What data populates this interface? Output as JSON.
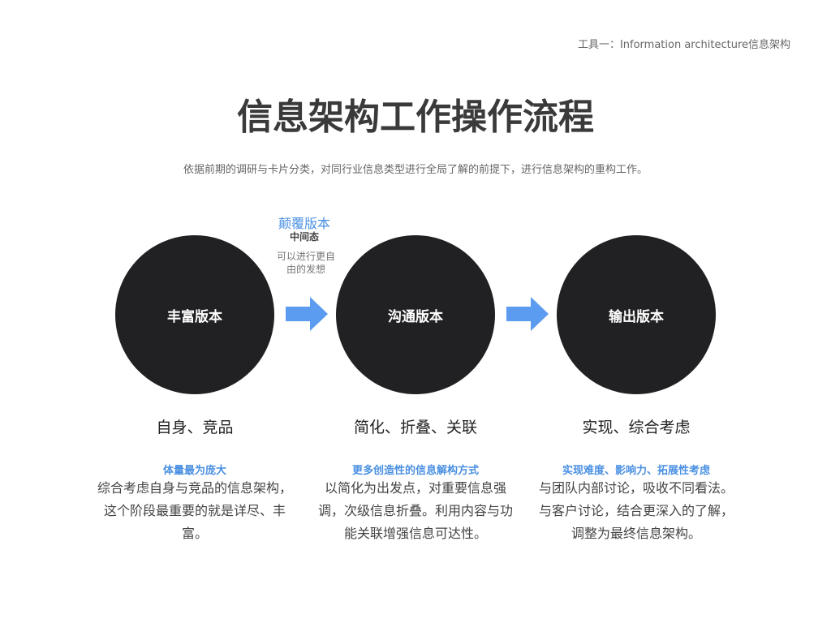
{
  "header_note": "工具一：Information architecture信息架构",
  "title": "信息架构工作操作流程",
  "subtitle": "依据前期的调研与卡片分类，对同行业信息类型进行全局了解的前提下，进行信息架构的重构工作。",
  "transition": {
    "title": "颠覆版本",
    "subtitle": "中间态",
    "desc": "可以进行更自由的发想"
  },
  "stages": [
    {
      "name": "丰富版本",
      "label": "自身、竞品",
      "highlight": "体量最为庞大",
      "desc": "综合考虑自身与竞品的信息架构，这个阶段最重要的就是详尽、丰富。"
    },
    {
      "name": "沟通版本",
      "label": "简化、折叠、关联",
      "highlight": "更多创造性的信息解构方式",
      "desc": "以简化为出发点，对重要信息强调，次级信息折叠。利用内容与功能关联增强信息可达性。"
    },
    {
      "name": "输出版本",
      "label": "实现、综合考虑",
      "highlight": "实现难度、影响力、拓展性考虑",
      "desc": "与团队内部讨论，吸收不同看法。与客户讨论，结合更深入的了解，调整为最终信息架构。"
    }
  ],
  "colors": {
    "circle": "#212124",
    "arrow": "#5b9cf0",
    "accent": "#4a90e2"
  }
}
